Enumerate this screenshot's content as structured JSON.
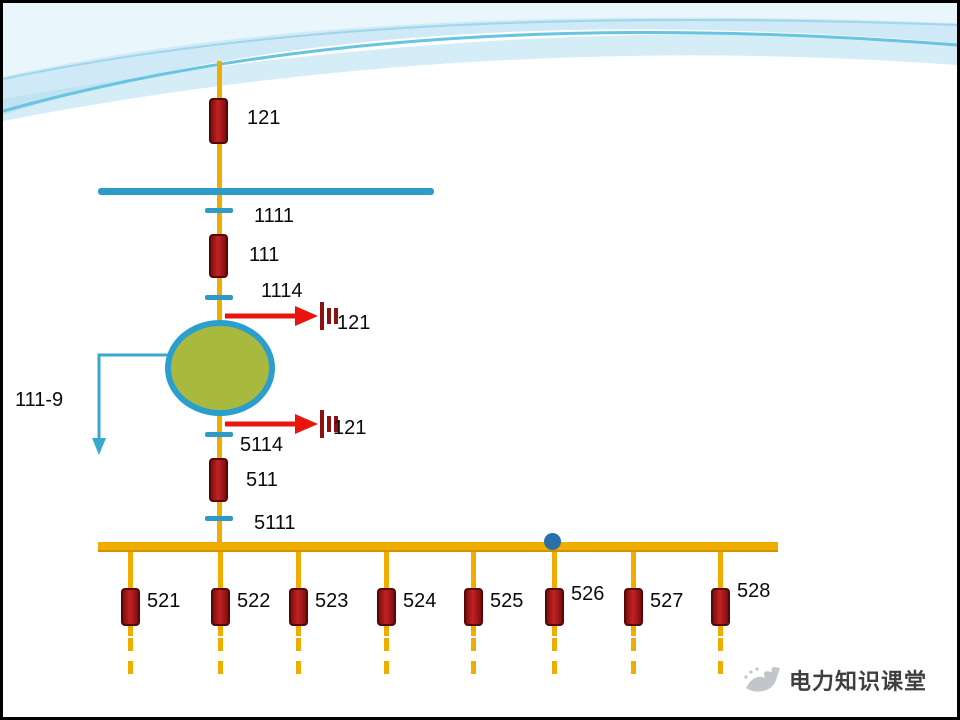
{
  "diagram": {
    "top_breaker_label": "121",
    "bus1_disconnector_label": "1111",
    "mid_breaker_label": "111",
    "mid_disconnector_label": "1114",
    "upper_ground_label": "121",
    "transformer_ground_label": "111-9",
    "lower_ground_label": "121",
    "lower_disconnector_label": "5114",
    "low_breaker_label": "511",
    "bus2_disconnector_label": "5111",
    "feeders": [
      {
        "label": "521"
      },
      {
        "label": "522"
      },
      {
        "label": "523"
      },
      {
        "label": "524"
      },
      {
        "label": "525"
      },
      {
        "label": "526"
      },
      {
        "label": "527"
      },
      {
        "label": "528"
      }
    ]
  },
  "footer": {
    "brand": "电力知识课堂"
  },
  "colors": {
    "breaker_red": "#b21717",
    "bus_blue": "#2e9ac9",
    "line_yellow": "#f0ad00",
    "transformer_green": "#a9b93e",
    "arrow_red": "#e8150f"
  }
}
